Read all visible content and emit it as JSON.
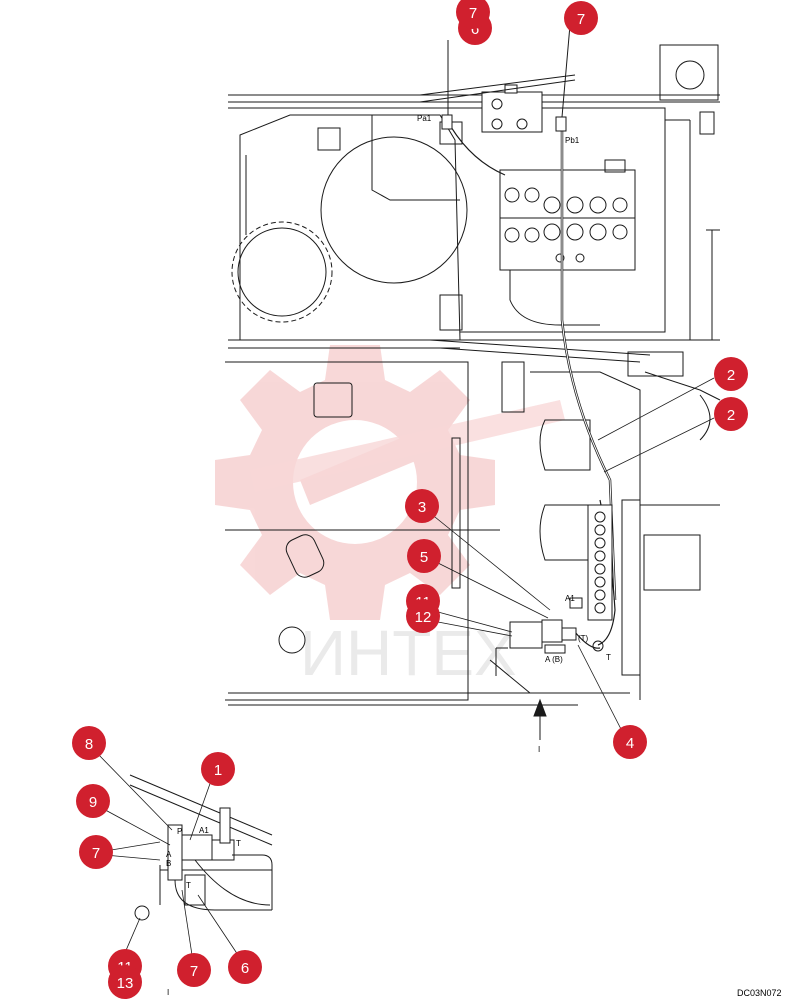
{
  "drawing": {
    "code": "DC03N072",
    "watermark_text": "ИНТЕХ",
    "section_mark": "I"
  },
  "port_labels": {
    "pa1": "Pa1",
    "pb1": "Pb1",
    "a1_main": "A1",
    "t_bracket": "(T)",
    "a_b": "A (B)",
    "t_main": "T",
    "p_detail": "P",
    "a1_detail": "A1",
    "t_detail_right": "T",
    "a_detail": "A",
    "b_detail": "B",
    "t_detail_low": "T"
  },
  "callouts": [
    {
      "id": "c7a",
      "num": "7"
    },
    {
      "id": "c6a",
      "num": "6"
    },
    {
      "id": "c7b",
      "num": "7"
    },
    {
      "id": "c2a",
      "num": "2"
    },
    {
      "id": "c2b",
      "num": "2"
    },
    {
      "id": "c3",
      "num": "3"
    },
    {
      "id": "c5",
      "num": "5"
    },
    {
      "id": "c11a",
      "num": "11"
    },
    {
      "id": "c12",
      "num": "12"
    },
    {
      "id": "c4",
      "num": "4"
    },
    {
      "id": "c8",
      "num": "8"
    },
    {
      "id": "c1",
      "num": "1"
    },
    {
      "id": "c9",
      "num": "9"
    },
    {
      "id": "c7c",
      "num": "7"
    },
    {
      "id": "c11b",
      "num": "11"
    },
    {
      "id": "c13",
      "num": "13"
    },
    {
      "id": "c7d",
      "num": "7"
    },
    {
      "id": "c6b",
      "num": "6"
    }
  ],
  "colors": {
    "callout_fill": "#d0202e",
    "line": "#1a1a1a",
    "watermark": "#f2b8b8"
  }
}
